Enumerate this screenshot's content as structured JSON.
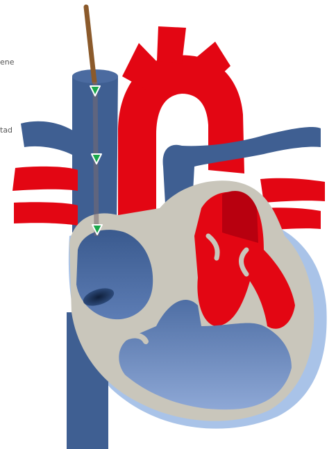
{
  "diagram": {
    "labels": {
      "top_fragment": "ene",
      "middle_fragment": "tad"
    },
    "colors": {
      "deoxygenated_blood": "#3f5f92",
      "deoxygenated_light": "#6f8fc4",
      "oxygenated_blood": "#e30613",
      "oxygenated_dark": "#b8000f",
      "heart_wall": "#c9c6bb",
      "pericardium": "#a9c3e8",
      "catheter": "#8b5a2b",
      "flow_arrow": "#1aa84b"
    },
    "icons": [
      "catheter",
      "flow-arrow-down",
      "flow-arrow-down",
      "flow-arrow-down",
      "valve-opening"
    ]
  }
}
